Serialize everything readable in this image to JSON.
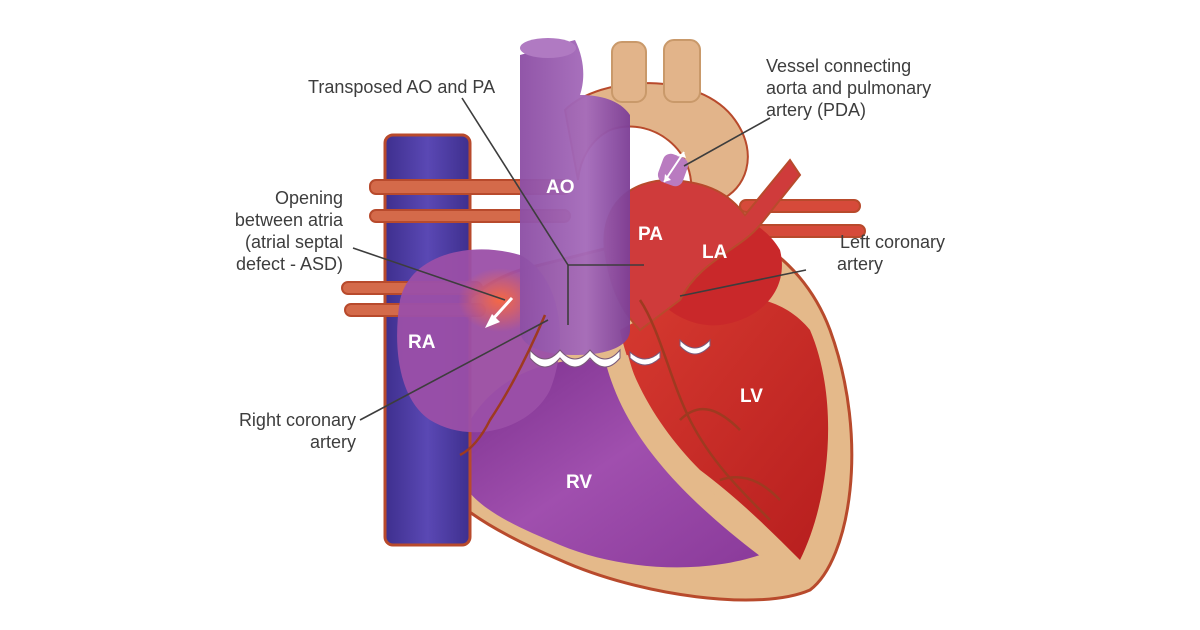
{
  "labels": {
    "transposed": "Transposed AO and PA",
    "vessel_1": "Vessel connecting",
    "vessel_2": "aorta and pulmonary",
    "vessel_3": "artery (PDA)",
    "asd_1": "Opening",
    "asd_2": "between atria",
    "asd_3": "(atrial septal",
    "asd_4": "defect - ASD)",
    "left_coronary_1": "Left coronary",
    "left_coronary_2": "artery",
    "right_coronary_1": "Right coronary",
    "right_coronary_2": "artery"
  },
  "chambers": {
    "ao": "AO",
    "pa": "PA",
    "la": "LA",
    "ra": "RA",
    "lv": "LV",
    "rv": "RV"
  },
  "colors": {
    "muscle": "#e4b98a",
    "wall_outline": "#b84a2c",
    "oxygenated": "#cf2a2a",
    "deoxygenated": "#8a3a9a",
    "vena_cava": "#4a3a9e",
    "aorta": "#9b5fb0"
  }
}
